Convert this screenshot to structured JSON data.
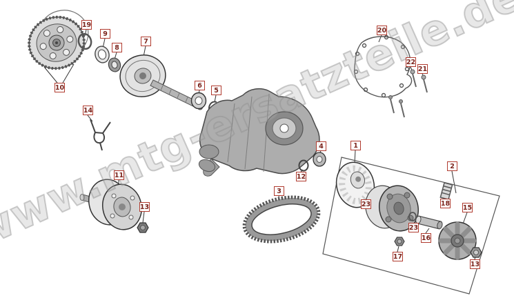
{
  "watermark": {
    "text": "www.mtg-ersatzteile.de"
  },
  "labels": [
    "19",
    "9",
    "8",
    "7",
    "10",
    "20",
    "22",
    "21",
    "6",
    "5",
    "14",
    "4",
    "1",
    "12",
    "11",
    "2",
    "3",
    "23",
    "18",
    "15",
    "13",
    "23",
    "16",
    "17",
    "13"
  ],
  "colors": {
    "label_border": "#b03a2e",
    "label_text": "#7b241c",
    "watermark_gray": "#919191",
    "leader_line": "#333333"
  }
}
